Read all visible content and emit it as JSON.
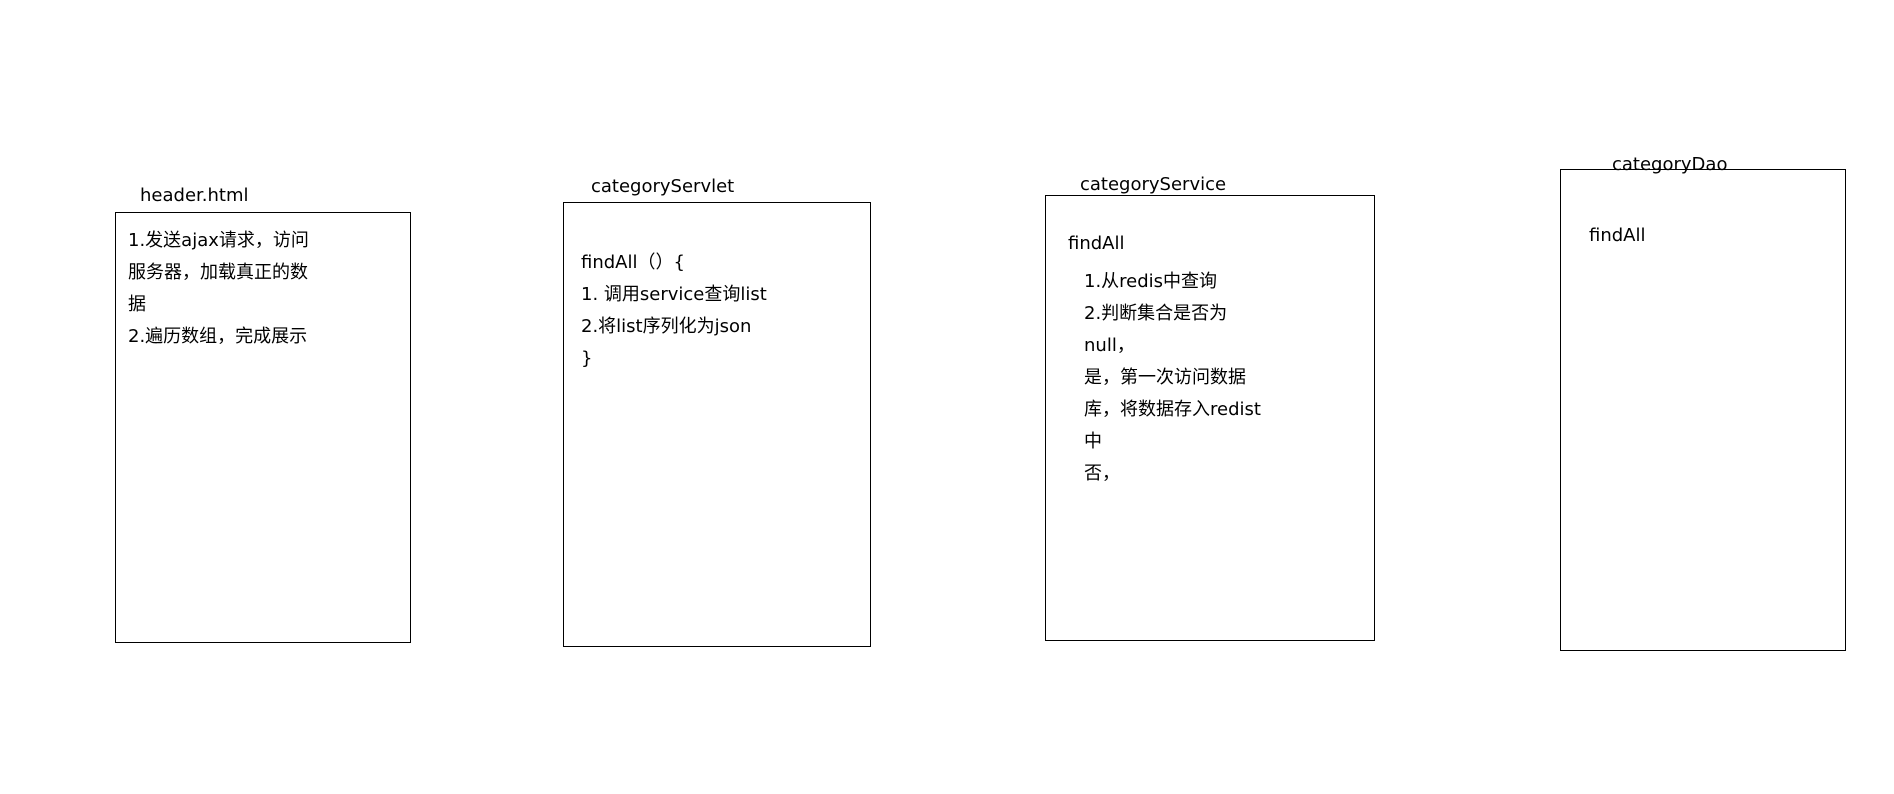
{
  "boxes": [
    {
      "title": "header.html",
      "lines": [
        "1.发送ajax请求，访问",
        "服务器，加载真正的数",
        "据",
        "2.遍历数组，完成展示"
      ]
    },
    {
      "title": "categoryServlet",
      "lines": [
        "findAll（）{",
        "1. 调用service查询list",
        "2.将list序列化为json",
        "}"
      ]
    },
    {
      "title": "categoryService",
      "heading": "findAll",
      "lines": [
        "1.从redis中查询",
        "2.判断集合是否为",
        "null，",
        "是，第一次访问数据",
        "库，将数据存入redist",
        "中",
        "否，"
      ]
    },
    {
      "title": "categoryDao",
      "lines": [
        "findAll"
      ]
    }
  ]
}
